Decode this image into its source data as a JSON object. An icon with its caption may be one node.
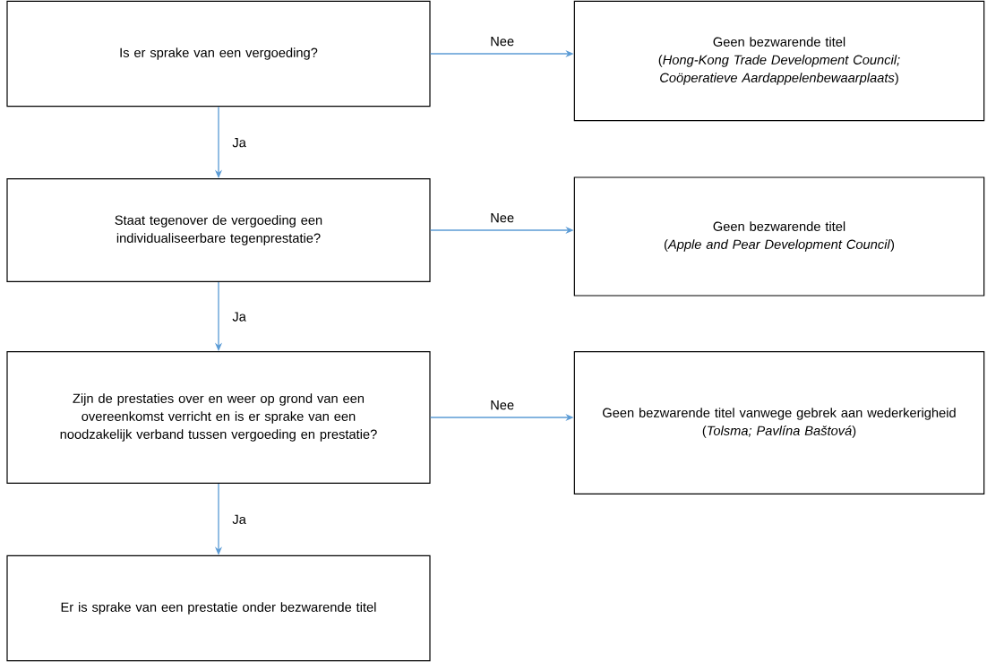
{
  "diagram": {
    "nodes": [
      {
        "text": [
          "Is er sprake van een vergoeding?"
        ]
      },
      {
        "text": [
          "Geen bezwarende titel",
          "(*Hong-Kong Trade Development Council; Coöperatieve Aardappelenbewaarplaats*)"
        ]
      },
      {
        "text": [
          "Staat tegenover de vergoeding een individualiseerbare tegenprestatie?"
        ]
      },
      {
        "text": [
          "Geen bezwarende titel",
          "(*Apple and Pear Development Council*)"
        ]
      },
      {
        "text": [
          "Zijn de prestaties over en weer op grond van een overeenkomst verricht en is er sprake van een noodzakelijk verband tussen vergoeding en prestatie?"
        ]
      },
      {
        "text": [
          "Geen bezwarende titel vanwege gebrek aan wederkerigheid",
          "(*Tolsma; Pavlína Baštová*)"
        ]
      },
      {
        "text": [
          "Er is sprake van een prestatie onder bezwarende titel"
        ]
      }
    ],
    "edges": [
      {
        "from": 0,
        "to": 1,
        "arrow": "to",
        "label": "Nee"
      },
      {
        "from": 0,
        "to": 2,
        "arrow": "to",
        "label": "Ja"
      },
      {
        "from": 2,
        "to": 3,
        "arrow": "to",
        "label": "Nee"
      },
      {
        "from": 2,
        "to": 4,
        "arrow": "to",
        "label": "Ja"
      },
      {
        "from": 4,
        "to": 5,
        "arrow": "to",
        "label": "Nee"
      },
      {
        "from": 4,
        "to": 6,
        "arrow": "to",
        "label": "Ja"
      }
    ]
  }
}
